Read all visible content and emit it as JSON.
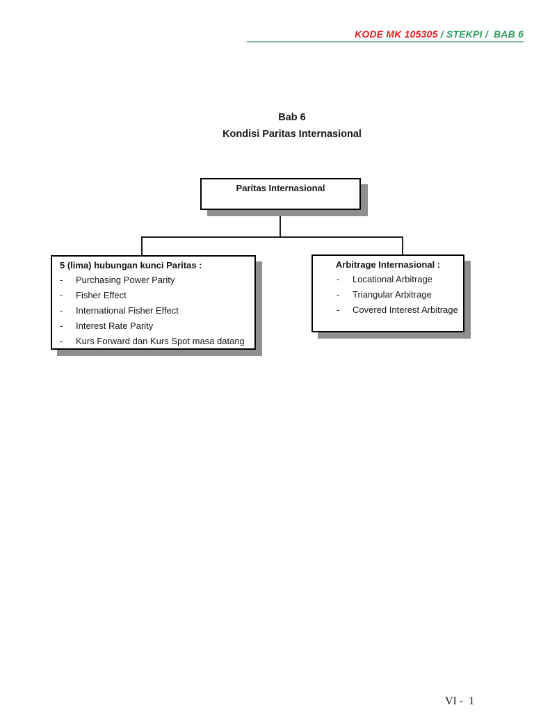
{
  "header": {
    "course_code": "KODE MK 105305",
    "rest": " / STEKPI /  BAB 6"
  },
  "title": {
    "line1": "Bab 6",
    "line2": "Kondisi Paritas Internasional"
  },
  "diagram": {
    "root": {
      "label": "Paritas Internasional"
    },
    "left": {
      "title": "5 (lima) hubungan kunci Paritas :",
      "bullet": "-",
      "items": [
        "Purchasing Power Parity",
        "Fisher Effect",
        "International Fisher Effect",
        "Interest Rate Parity",
        "Kurs Forward dan Kurs Spot masa datang"
      ]
    },
    "right": {
      "title": "Arbitrage Internasional :",
      "bullet": "-",
      "items": [
        "Locational Arbitrage",
        "Triangular Arbitrage",
        "Covered Interest Arbitrage"
      ]
    }
  },
  "footer": {
    "page_number": "VI -  1"
  },
  "colors": {
    "header_red": "#e11d1d",
    "header_green": "#2f9e60",
    "rule_green": "#79b79a",
    "shadow_gray": "#8f8f8f",
    "border_black": "#000000"
  }
}
